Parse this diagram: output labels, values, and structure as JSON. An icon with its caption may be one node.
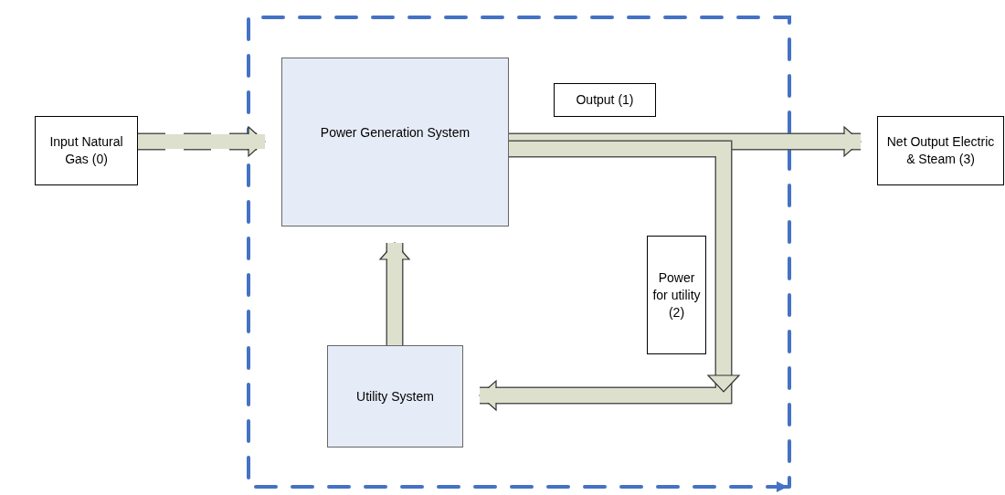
{
  "diagram": {
    "nodes": [
      {
        "text": [
          "Input Natural Gas (0)"
        ]
      },
      {
        "text": [],
        "shape": "box"
      },
      {
        "text": [
          "Power Generation System"
        ],
        "in": 1
      },
      {
        "text": [
          "Output (1)"
        ],
        "in": 1
      },
      {
        "text": [
          "Power for utility (2)"
        ],
        "in": 1
      },
      {
        "text": [
          "Utility System"
        ],
        "in": 1
      },
      {
        "text": [
          "Net Output Electric & Steam (3)"
        ]
      }
    ],
    "edges": [
      {
        "from": 0,
        "to": 2,
        "arrow": "to",
        "style": "dashed"
      },
      {
        "from": 2,
        "to": 6,
        "arrow": "to"
      },
      {
        "from": 2,
        "to": 5,
        "arrow": "to"
      },
      {
        "from": 5,
        "to": 2,
        "arrow": "to"
      }
    ]
  }
}
